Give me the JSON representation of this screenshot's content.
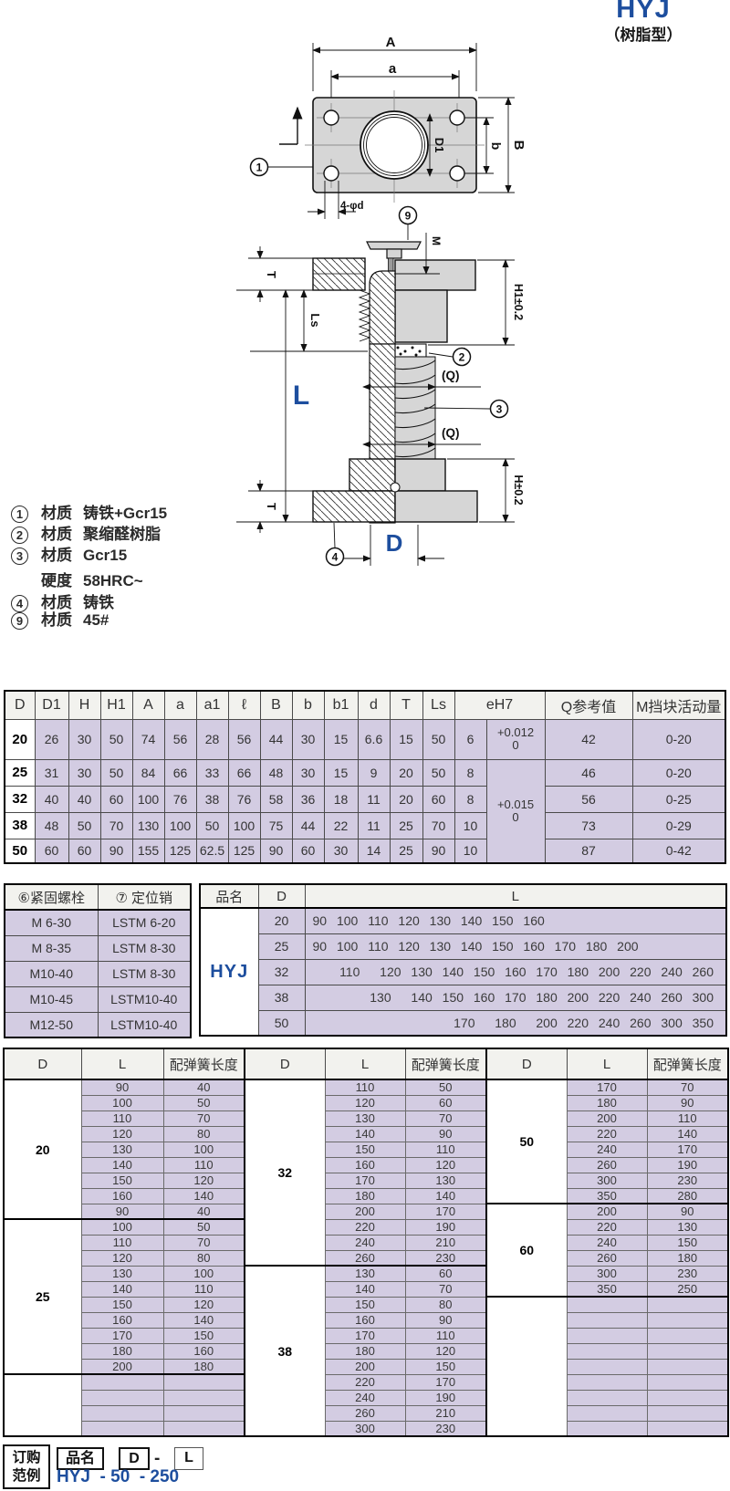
{
  "title": {
    "name": "HYJ",
    "type": "（树脂型）"
  },
  "accent_color": "#1d4e9e",
  "drawing": {
    "dim_A": "A",
    "dim_a": "a",
    "dim_B": "B",
    "dim_b": "b",
    "dim_D1": "D1",
    "dim_4d": "4-φd",
    "dim_M": "M",
    "dim_T_top": "T",
    "dim_Ls": "Ls",
    "dim_L": "L",
    "dim_H1": "H1±0.2",
    "dim_Q_top": "(Q)",
    "dim_Q_bottom": "(Q)",
    "dim_H": "H±0.2",
    "dim_T_bottom": "T",
    "dim_D": "D",
    "balloon_1": "1",
    "balloon_2": "2",
    "balloon_3": "3",
    "balloon_4": "4",
    "balloon_9": "9"
  },
  "material_notes": [
    {
      "num": "1",
      "label": "材质",
      "value": "铸铁+Gcr15"
    },
    {
      "num": "2",
      "label": "材质",
      "value": "聚缩醛树脂"
    },
    {
      "num": "3",
      "label": "材质",
      "value": "Gcr15"
    },
    {
      "num": "",
      "label": "硬度",
      "value": "58HRC~"
    },
    {
      "num": "4",
      "label": "材质",
      "value": "铸铁"
    },
    {
      "num": "9",
      "label": "材质",
      "value": "45#"
    }
  ],
  "main_table": {
    "headers": [
      "D",
      "D1",
      "H",
      "H1",
      "A",
      "a",
      "a1",
      "ℓ",
      "B",
      "b",
      "b1",
      "d",
      "T",
      "Ls",
      "eH7",
      "Q参考值",
      "M挡块活动量"
    ],
    "rows": [
      {
        "D": "20",
        "values": [
          "26",
          "30",
          "50",
          "74",
          "56",
          "28",
          "56",
          "44",
          "30",
          "15",
          "6.6",
          "15",
          "50",
          "6"
        ],
        "tol": [
          "+0.012",
          "0"
        ],
        "Q": "42",
        "M": "0-20"
      },
      {
        "D": "25",
        "values": [
          "31",
          "30",
          "50",
          "84",
          "66",
          "33",
          "66",
          "48",
          "30",
          "15",
          "9",
          "20",
          "50",
          "8"
        ],
        "tol": [
          "+0.015",
          "0"
        ],
        "Q": "46",
        "M": "0-20"
      },
      {
        "D": "32",
        "values": [
          "40",
          "40",
          "60",
          "100",
          "76",
          "38",
          "76",
          "58",
          "36",
          "18",
          "11",
          "20",
          "60",
          "8"
        ],
        "Q": "56",
        "M": "0-25"
      },
      {
        "D": "38",
        "values": [
          "48",
          "50",
          "70",
          "130",
          "100",
          "50",
          "100",
          "75",
          "44",
          "22",
          "11",
          "25",
          "70",
          "10"
        ],
        "Q": "73",
        "M": "0-29"
      },
      {
        "D": "50",
        "values": [
          "60",
          "60",
          "90",
          "155",
          "125",
          "62.5",
          "125",
          "90",
          "60",
          "30",
          "14",
          "25",
          "90",
          "10"
        ],
        "Q": "87",
        "M": "0-42"
      }
    ]
  },
  "fastener_table": {
    "headers": [
      "⑥紧固螺栓",
      "⑦ 定位销"
    ],
    "rows": [
      [
        "M 6-30",
        "LSTM 6-20"
      ],
      [
        "M 8-35",
        "LSTM 8-30"
      ],
      [
        "M10-40",
        "LSTM 8-30"
      ],
      [
        "M10-45",
        "LSTM10-40"
      ],
      [
        "M12-50",
        "LSTM10-40"
      ]
    ]
  },
  "name_table": {
    "headers": [
      "品名",
      "D",
      "L"
    ],
    "product_name": "HYJ",
    "rows": [
      {
        "D": "20",
        "L": "90 100 110 120 130 140 150 160",
        "align": "left"
      },
      {
        "D": "25",
        "L": "90 100 110 120 130 140 150 160 170 180 200",
        "align": "left"
      },
      {
        "D": "32",
        "L": "110  120 130 140 150 160 170 180 200 220 240 260",
        "align": "right"
      },
      {
        "D": "38",
        "L": "130  140 150 160 170 180 200 220 240 260 300",
        "align": "right"
      },
      {
        "D": "50",
        "L": "170  180  200 220 240 260 300 350",
        "align": "right"
      }
    ]
  },
  "spring_table": {
    "headers": [
      "D",
      "L",
      "配弹簧长度"
    ],
    "groups": [
      [
        {
          "D": "20",
          "rows": [
            [
              "90",
              "40"
            ],
            [
              "100",
              "50"
            ],
            [
              "110",
              "70"
            ],
            [
              "120",
              "80"
            ],
            [
              "130",
              "100"
            ],
            [
              "140",
              "110"
            ],
            [
              "150",
              "120"
            ],
            [
              "160",
              "140"
            ],
            [
              "90",
              "40"
            ]
          ]
        },
        {
          "D": "25",
          "rows": [
            [
              "100",
              "50"
            ],
            [
              "110",
              "70"
            ],
            [
              "120",
              "80"
            ],
            [
              "130",
              "100"
            ],
            [
              "140",
              "110"
            ],
            [
              "150",
              "120"
            ],
            [
              "160",
              "140"
            ],
            [
              "170",
              "150"
            ],
            [
              "180",
              "160"
            ],
            [
              "200",
              "180"
            ]
          ]
        },
        {
          "D": "",
          "rows": [
            [
              "",
              ""
            ],
            [
              "",
              ""
            ],
            [
              "",
              ""
            ],
            [
              "",
              ""
            ]
          ]
        }
      ],
      [
        {
          "D": "32",
          "rows": [
            [
              "110",
              "50"
            ],
            [
              "120",
              "60"
            ],
            [
              "130",
              "70"
            ],
            [
              "140",
              "90"
            ],
            [
              "150",
              "110"
            ],
            [
              "160",
              "120"
            ],
            [
              "170",
              "130"
            ],
            [
              "180",
              "140"
            ],
            [
              "200",
              "170"
            ],
            [
              "220",
              "190"
            ],
            [
              "240",
              "210"
            ],
            [
              "260",
              "230"
            ]
          ]
        },
        {
          "D": "38",
          "rows": [
            [
              "130",
              "60"
            ],
            [
              "140",
              "70"
            ],
            [
              "150",
              "80"
            ],
            [
              "160",
              "90"
            ],
            [
              "170",
              "110"
            ],
            [
              "180",
              "120"
            ],
            [
              "200",
              "150"
            ],
            [
              "220",
              "170"
            ],
            [
              "240",
              "190"
            ],
            [
              "260",
              "210"
            ],
            [
              "300",
              "230"
            ]
          ]
        }
      ],
      [
        {
          "D": "50",
          "rows": [
            [
              "170",
              "70"
            ],
            [
              "180",
              "90"
            ],
            [
              "200",
              "110"
            ],
            [
              "220",
              "140"
            ],
            [
              "240",
              "170"
            ],
            [
              "260",
              "190"
            ],
            [
              "300",
              "230"
            ],
            [
              "350",
              "280"
            ]
          ]
        },
        {
          "D": "60",
          "rows": [
            [
              "200",
              "90"
            ],
            [
              "220",
              "130"
            ],
            [
              "240",
              "150"
            ],
            [
              "260",
              "180"
            ],
            [
              "300",
              "230"
            ],
            [
              "350",
              "250"
            ]
          ]
        },
        {
          "D": "",
          "rows": [
            [
              "",
              ""
            ],
            [
              "",
              ""
            ],
            [
              "",
              ""
            ],
            [
              "",
              ""
            ],
            [
              "",
              ""
            ],
            [
              "",
              ""
            ],
            [
              "",
              ""
            ],
            [
              "",
              ""
            ],
            [
              "",
              ""
            ]
          ]
        }
      ]
    ]
  },
  "order_example": {
    "box_line1": "订购",
    "box_line2": "范例",
    "field_name": "品名",
    "field_d": "D",
    "field_l": "L",
    "separator": "-",
    "example": "HYJ  - 50  - 250"
  }
}
